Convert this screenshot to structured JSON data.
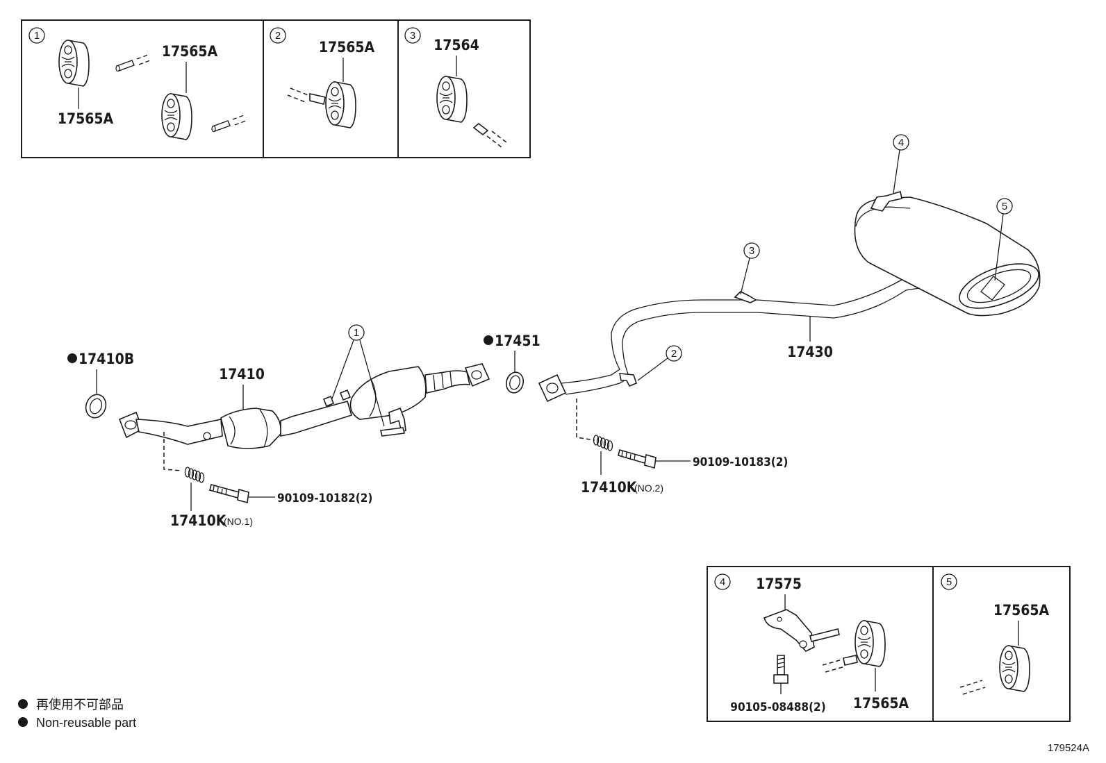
{
  "insets": {
    "i1": {
      "number": "1",
      "label_top": "17565A",
      "label_bottom": "17565A"
    },
    "i2": {
      "number": "2",
      "label": "17565A"
    },
    "i3": {
      "number": "3",
      "label": "17564"
    },
    "i4": {
      "number": "4",
      "label_bracket": "17575",
      "label_bolt": "90105-08488(2)",
      "label_hanger": "17565A"
    },
    "i5": {
      "number": "5",
      "label": "17565A"
    }
  },
  "callouts": {
    "c1": "1",
    "c2": "2",
    "c3": "3",
    "c4": "4",
    "c5": "5"
  },
  "parts": {
    "gasket_front": "17410B",
    "front_pipe": "17410",
    "gasket_center": "17451",
    "center_tail_pipe": "17430",
    "spring_no1": "17410K",
    "spring_no1_suffix": "(NO.1)",
    "bolt_no1": "90109-10182(2)",
    "spring_no2": "17410K",
    "spring_no2_suffix": "(NO.2)",
    "bolt_no2": "90109-10183(2)"
  },
  "legend": {
    "jp": "再使用不可部品",
    "en": "Non-reusable part"
  },
  "figure_ref": "179524A"
}
